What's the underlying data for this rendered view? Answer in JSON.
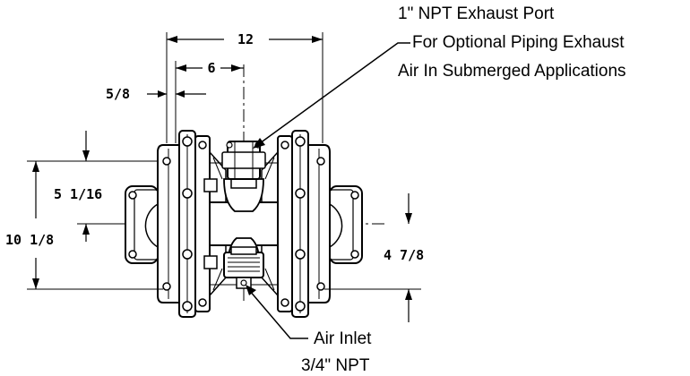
{
  "dimensions": {
    "overall_width": "12",
    "half_width": "6",
    "flange_offset": "5/8",
    "upper_height": "5 1/16",
    "overall_height": "10 1/8",
    "lower_height": "4 7/8"
  },
  "callouts": {
    "exhaust": {
      "line1": "1\" NPT Exhaust Port",
      "line2": "For Optional Piping Exhaust",
      "line3": "Air In Submerged Applications"
    },
    "air_inlet": {
      "line1": "Air Inlet",
      "line2": "3/4\" NPT"
    }
  },
  "colors": {
    "ink": "#000000",
    "paper": "#ffffff"
  }
}
